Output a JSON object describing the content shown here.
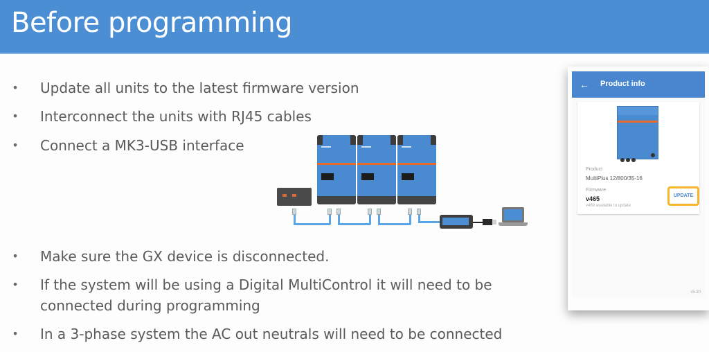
{
  "slide": {
    "title": "Before programming",
    "bullets": [
      "Update all units to the latest firmware version",
      "Interconnect the units with RJ45 cables",
      "Connect a MK3-USB interface",
      "Make sure the GX device is disconnected.",
      "If the system will be using a Digital MultiControl it will need to be",
      "connected during programming",
      "In a 3-phase system the AC out neutrals will need to be connected"
    ],
    "bullet_glyph": "•"
  },
  "colors": {
    "title_bar": "#4c8ed4",
    "app_header": "#4a86cf",
    "highlight": "#f5b62a",
    "device_orange": "#e8692a",
    "cable_blue": "#5aa5e6"
  },
  "phone": {
    "back_icon": "←",
    "header_title": "Product info",
    "product_label": "Product",
    "product_value": "MultiPlus 12/800/35-16",
    "firmware_label": "Firmware",
    "firmware_value": "v465",
    "firmware_note": "v469 available to update",
    "update_button": "UPDATE",
    "app_version": "v5.20"
  }
}
